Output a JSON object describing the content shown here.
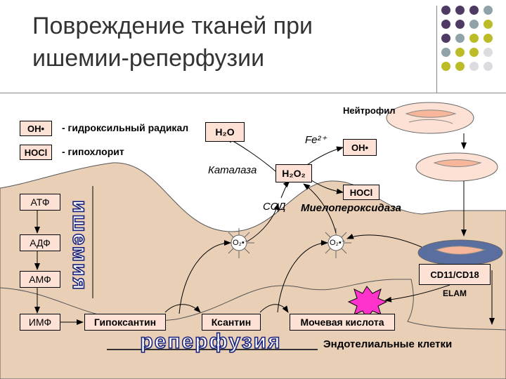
{
  "title_line1": "Повреждение тканей при",
  "title_line2": "ишемии-реперфузии",
  "legend": [
    {
      "symbol": "OH•",
      "text": "- гидроксильный радикал"
    },
    {
      "symbol": "HOCl",
      "text": "- гипохлорит"
    }
  ],
  "nucleotides": [
    "АТФ",
    "АДФ",
    "АМФ",
    "ИМФ"
  ],
  "ischemia_label": "ишемия",
  "reperfusion_label": "реперфузия",
  "boxes": {
    "h2o": "H₂O",
    "h2o2": "H₂O₂",
    "oh_right": "OH•",
    "hocl_right": "HOCl",
    "hypoxanthine": "Гипоксантин",
    "xanthine": "Ксантин",
    "uric_acid": "Мочевая кислота",
    "cd": "CD11/CD18",
    "elam": "ELAM"
  },
  "labels": {
    "neutrophil": "Нейтрофил",
    "fe": "Fe²⁺",
    "catalase": "Каталаза",
    "sod": "СОД",
    "myeloperoxidase": "Миелопероксидаза",
    "superoxide1": "O₂•⁻",
    "superoxide2": "O₂•⁻",
    "endothelial": "Эндотелиальные клетки"
  },
  "colors": {
    "box_fill": "#fde1d4",
    "tissue_fill": "#e9cfb6",
    "burst": "#ff33cc",
    "dot_purple": "#4f3a64",
    "dot_gray": "#8fa3a8",
    "dot_olive": "#bcbc28",
    "dot_light": "#dcdce0"
  }
}
